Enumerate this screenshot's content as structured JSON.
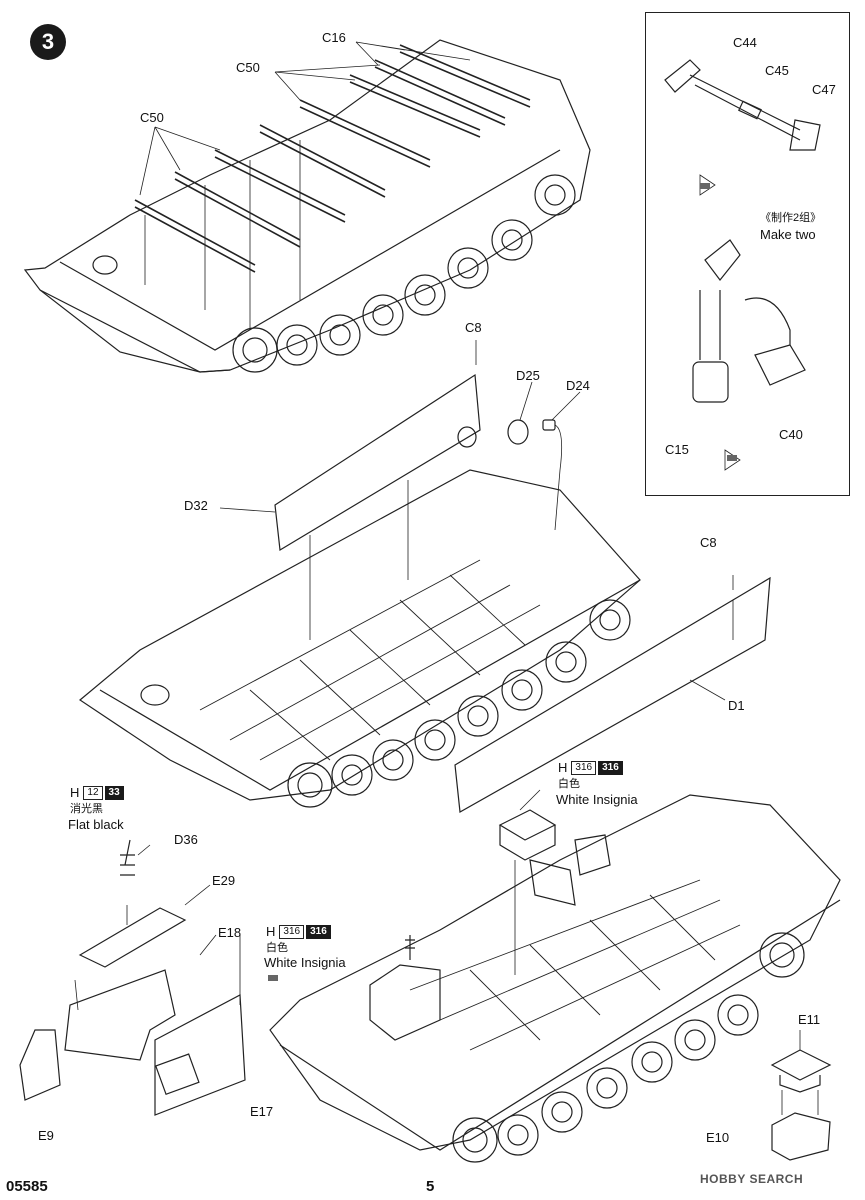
{
  "step_number": "3",
  "parts": {
    "c16": "C16",
    "c50_top": "C50",
    "c50_left": "C50",
    "c8_top": "C8",
    "d25": "D25",
    "d24": "D24",
    "d32": "D32",
    "c8_right": "C8",
    "d1": "D1",
    "d36": "D36",
    "e29": "E29",
    "e18": "E18",
    "e17": "E17",
    "e9": "E9",
    "e11": "E11",
    "e10": "E10"
  },
  "inset": {
    "c44": "C44",
    "c45": "C45",
    "c47": "C47",
    "make_two_cn": "《制作2组》",
    "make_two_en": "Make two",
    "c15": "C15",
    "c40": "C40"
  },
  "paint_black": {
    "letter": "H",
    "code1": "12",
    "code2": "33",
    "cn": "消光黑",
    "en": "Flat black"
  },
  "paint_white_1": {
    "letter": "H",
    "code1": "316",
    "code2": "316",
    "cn": "白色",
    "en": "White Insignia"
  },
  "paint_white_2": {
    "letter": "H",
    "code1": "316",
    "code2": "316",
    "cn": "白色",
    "en": "White Insignia"
  },
  "footer": {
    "product_code": "05585",
    "page_number": "5",
    "watermark": "HOBBY SEARCH"
  }
}
